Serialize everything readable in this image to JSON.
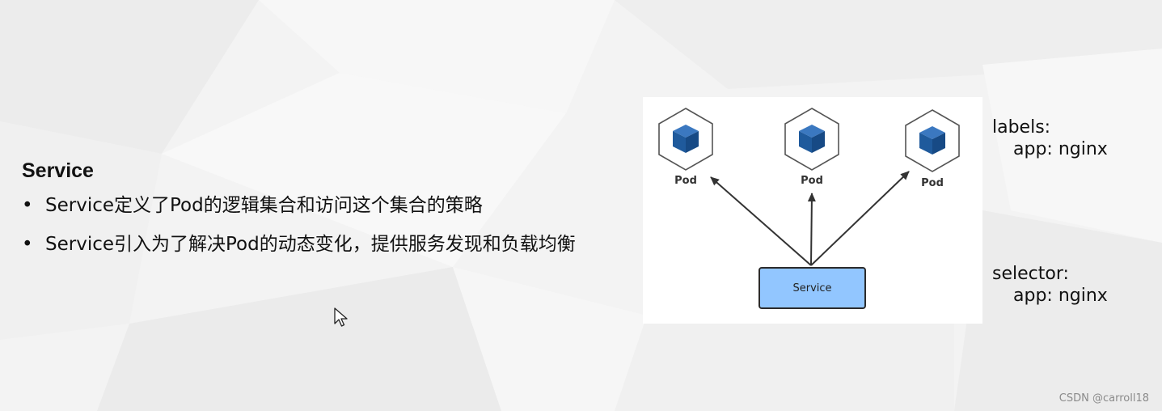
{
  "slide": {
    "title": "Service",
    "bullets": [
      "Service定义了Pod的逻辑集合和访问这个集合的策略",
      "Service引入为了解决Pod的动态变化，提供服务发现和负载均衡"
    ],
    "bullet_symbol": "•"
  },
  "diagram": {
    "pods": [
      {
        "label": "Pod"
      },
      {
        "label": "Pod"
      },
      {
        "label": "Pod"
      }
    ],
    "service_label": "Service",
    "colors": {
      "cube_front": "#1f5a9c",
      "cube_top": "#3b78c0",
      "service_fill": "#92c6ff",
      "service_border": "#2b2b2b",
      "arrow": "#333333"
    }
  },
  "annotations": {
    "labels_heading": "labels:",
    "labels_value": "app: nginx",
    "selector_heading": "selector:",
    "selector_value": "app: nginx"
  },
  "watermark": "CSDN @carroll18"
}
